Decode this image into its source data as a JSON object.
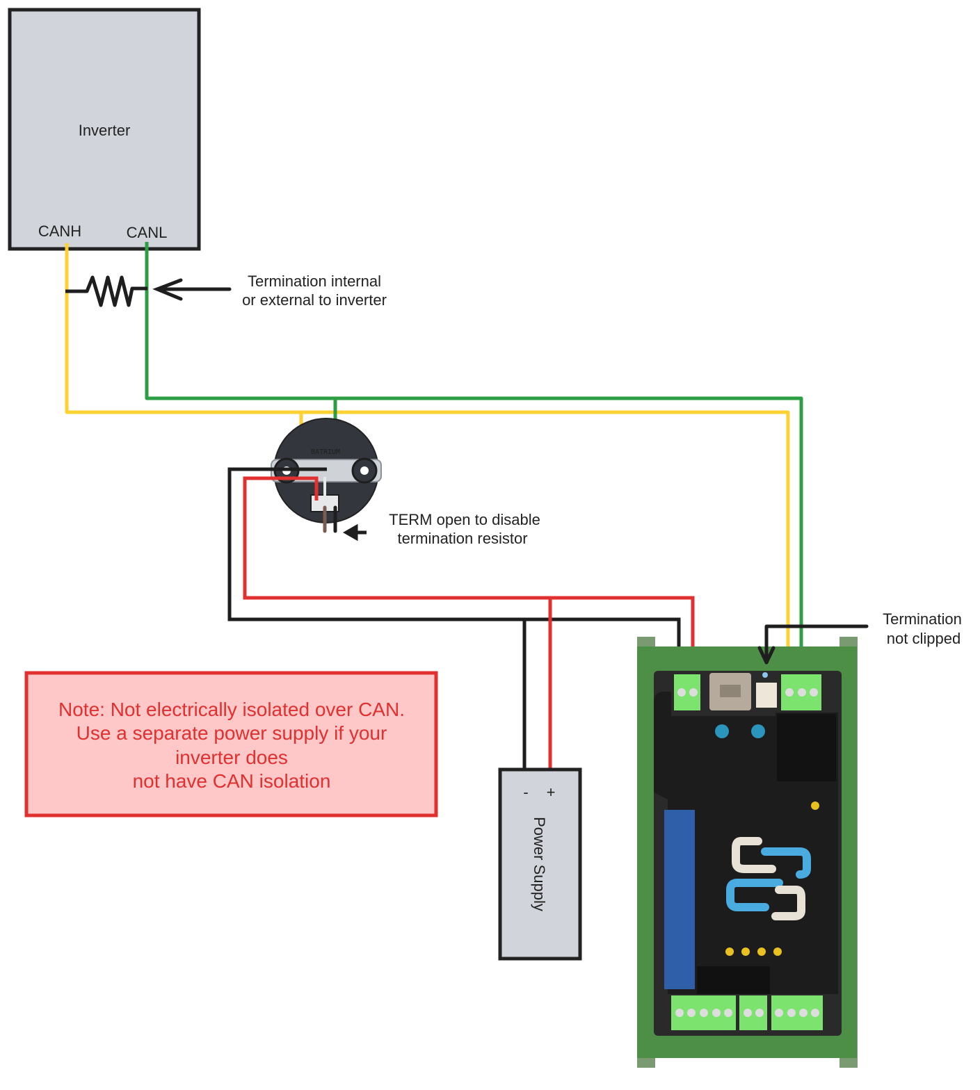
{
  "inverter": {
    "title": "Inverter",
    "canh": "CANH",
    "canl": "CANL"
  },
  "termination_note": {
    "line1": "Termination internal",
    "line2": "or external to inverter"
  },
  "batrium": {
    "label": "BATRIUM"
  },
  "term_note": {
    "line1": "TERM open to disable",
    "line2": "termination resistor"
  },
  "board_note": {
    "line1": "Termination",
    "line2": "not clipped"
  },
  "warning": {
    "line1": "Note: Not electrically isolated over CAN.",
    "line2": "Use a separate power supply if your",
    "line3": "inverter does",
    "line4": "not have CAN isolation"
  },
  "power_supply": {
    "label": "Power Supply",
    "minus": "-",
    "plus": "+"
  },
  "colors": {
    "canh": "#fdd131",
    "canl": "#2e9e44",
    "positive": "#e03030",
    "negative": "#1e1e1e",
    "box_fill": "#d1d5db",
    "warning_fill": "#fec7c8"
  }
}
